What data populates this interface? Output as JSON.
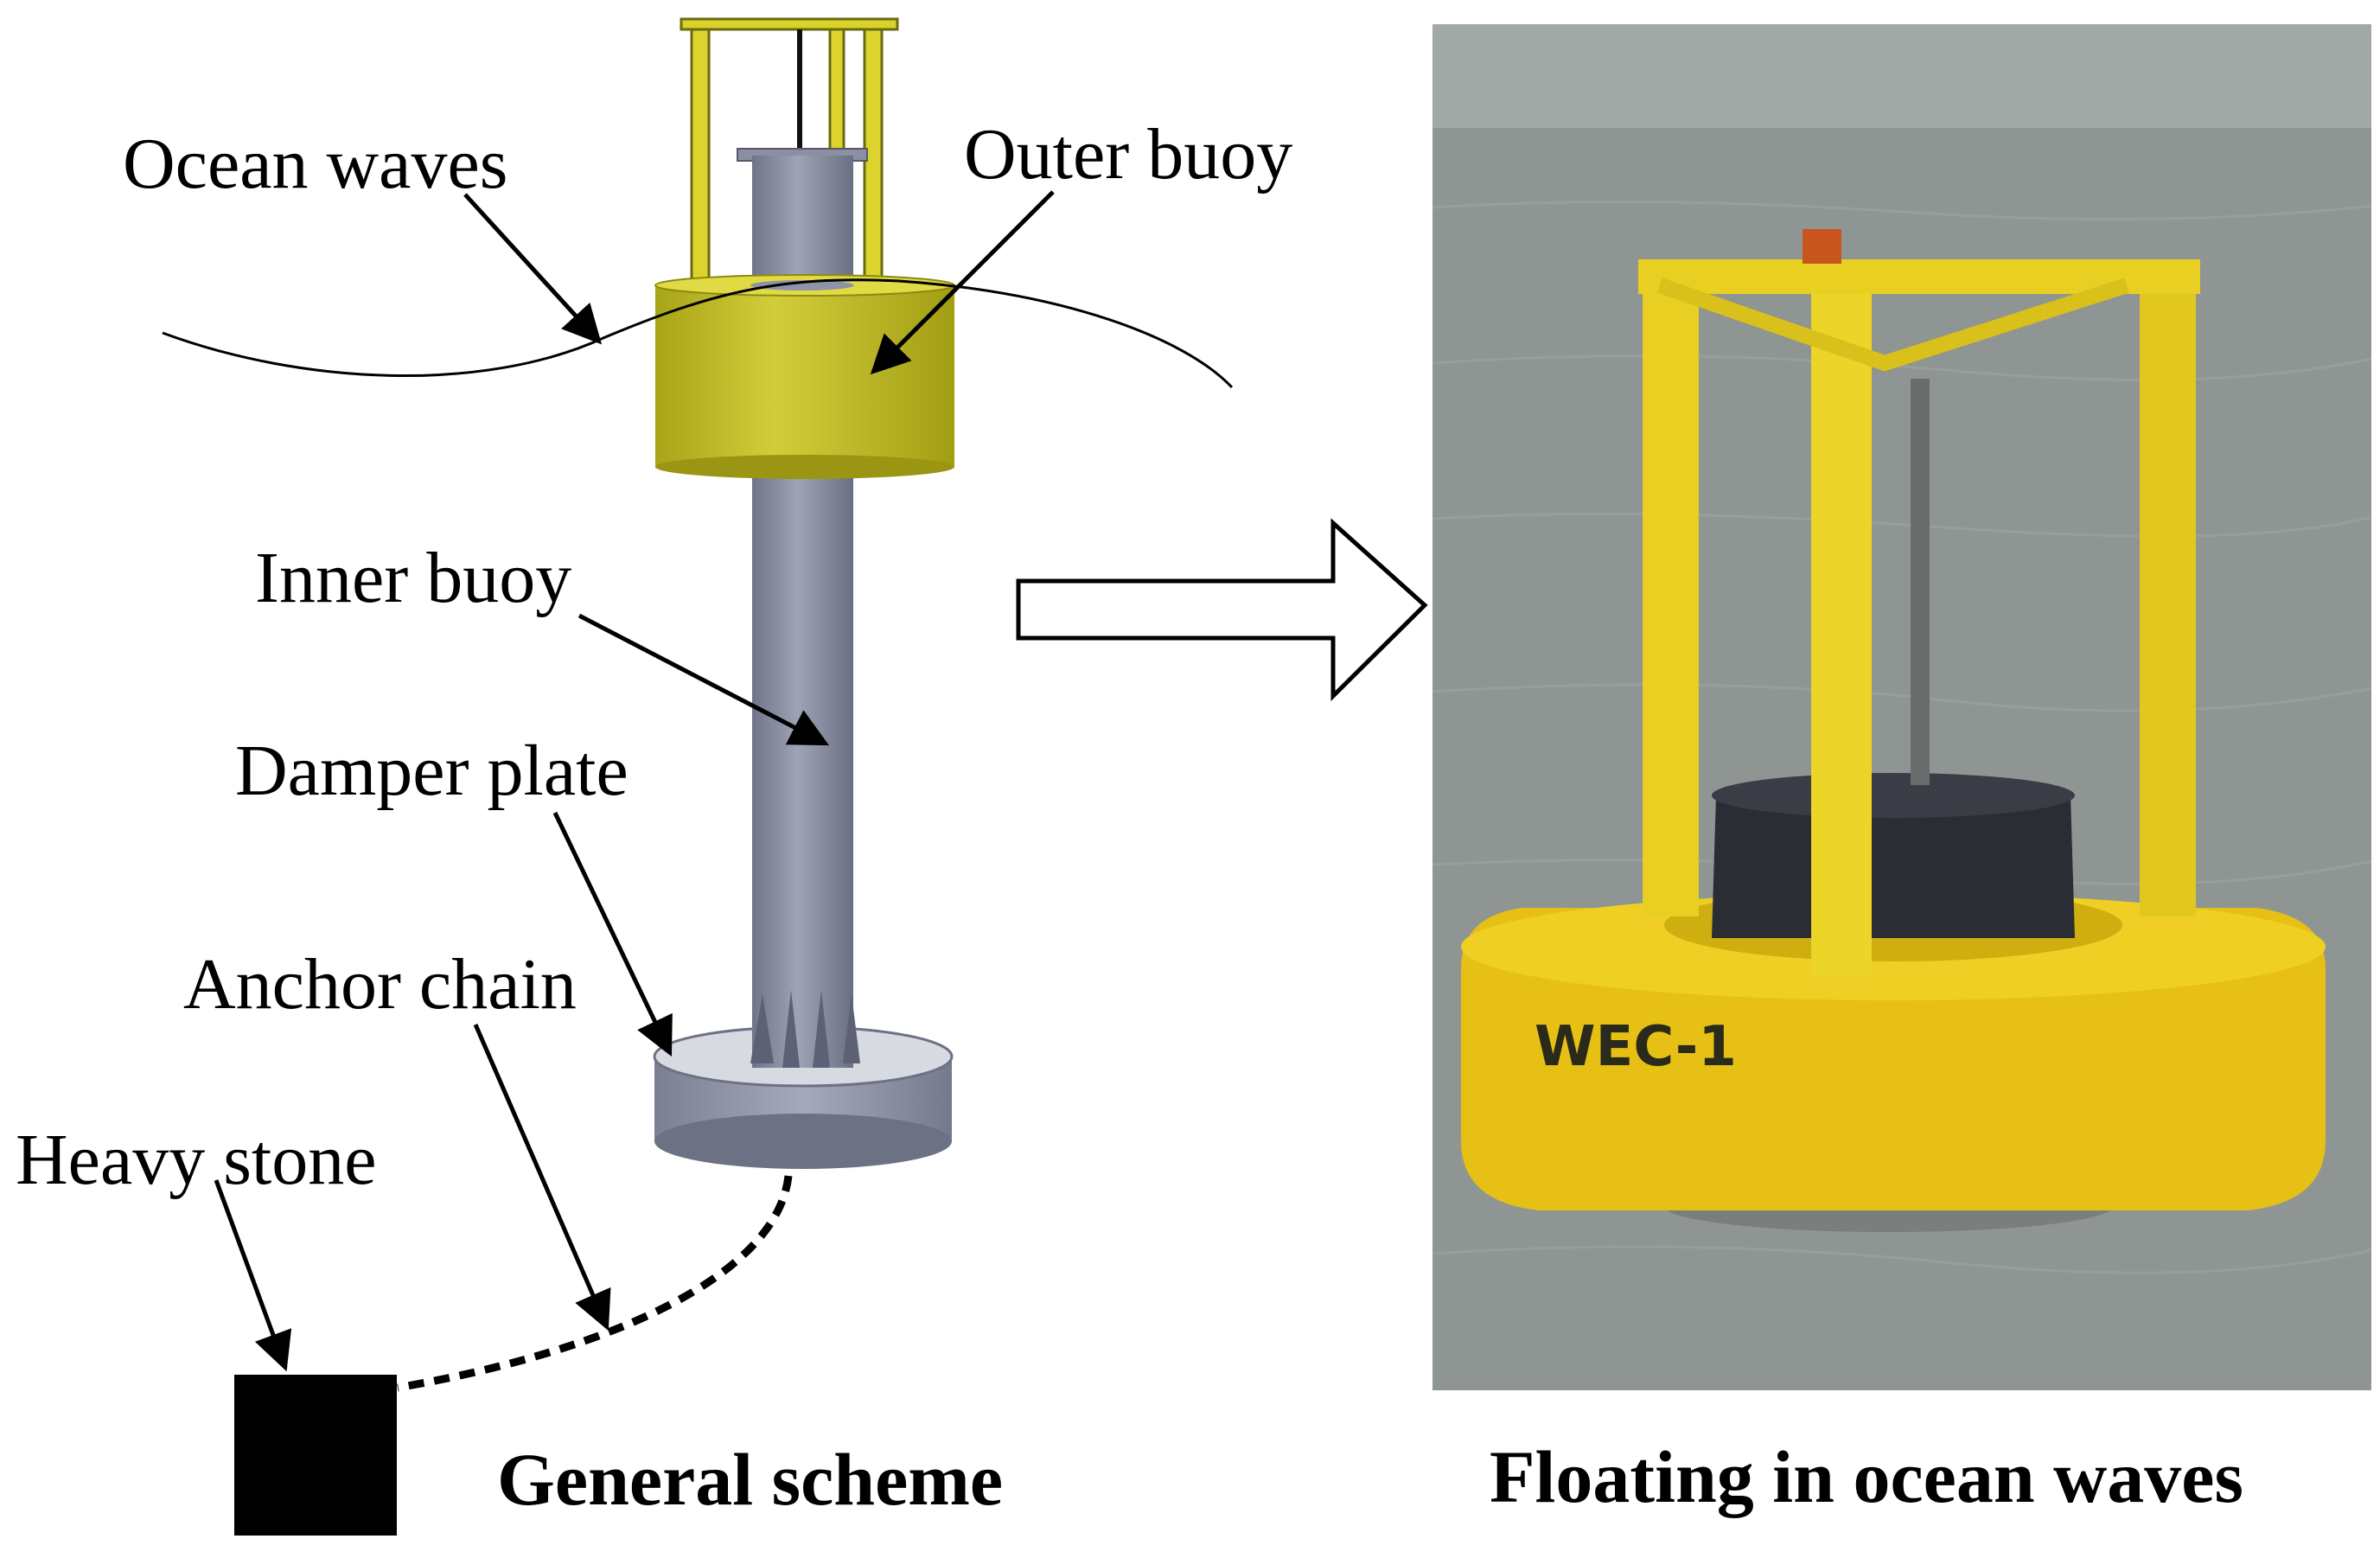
{
  "labels": {
    "ocean_waves": "Ocean waves",
    "outer_buoy": "Outer buoy",
    "inner_buoy": "Inner buoy",
    "damper_plate": "Damper plate",
    "anchor_chain": "Anchor chain",
    "heavy_stone": "Heavy stone"
  },
  "captions": {
    "left": "General scheme",
    "right": "Floating in ocean waves"
  },
  "photo": {
    "hull_marking": "WEC-1"
  },
  "colors": {
    "outer_buoy": "#c9c425",
    "inner_buoy": "#8e94a8",
    "frame": "#e6d530",
    "sea": "#8f9694",
    "photo_buoy": "#e8c41a"
  }
}
